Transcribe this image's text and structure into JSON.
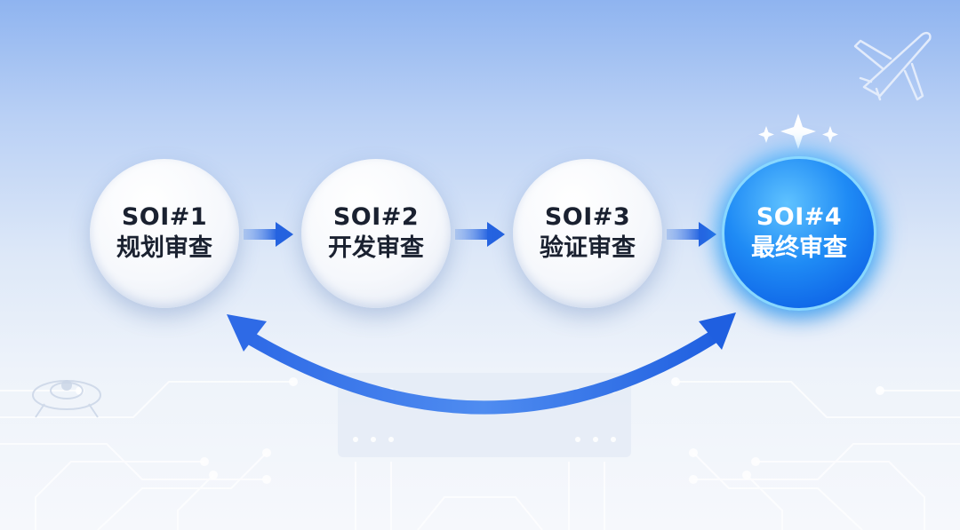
{
  "steps": [
    {
      "id": "SOI#1",
      "label": "规划审查",
      "active": false
    },
    {
      "id": "SOI#2",
      "label": "开发审查",
      "active": false
    },
    {
      "id": "SOI#3",
      "label": "验证审查",
      "active": false
    },
    {
      "id": "SOI#4",
      "label": "最终审查",
      "active": true
    }
  ],
  "colors": {
    "arrow": "#2f6fe6",
    "active_node": "#1584f2",
    "node_text": "#1a2130",
    "active_text": "#ffffff"
  },
  "icons": {
    "corner": "airplane-icon",
    "sparkle": "sparkle-icon",
    "watermark": "chip-icon"
  }
}
